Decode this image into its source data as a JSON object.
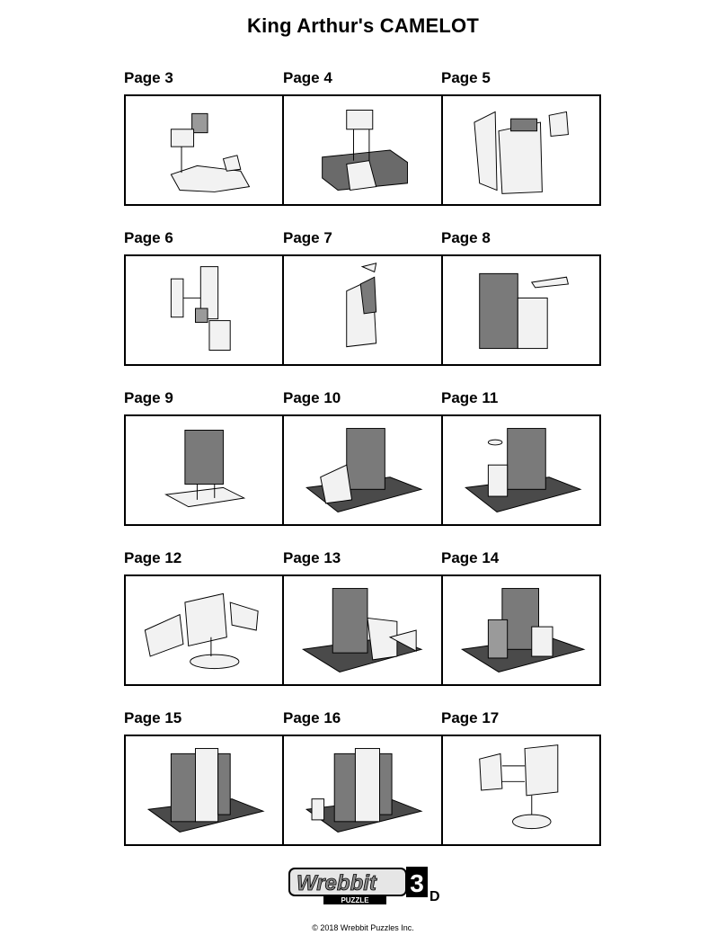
{
  "title": "King Arthur's CAMELOT",
  "pages": [
    "Page 3",
    "Page 4",
    "Page 5",
    "Page 6",
    "Page 7",
    "Page 8",
    "Page 9",
    "Page 10",
    "Page 11",
    "Page 12",
    "Page 13",
    "Page 14",
    "Page 15",
    "Page 16",
    "Page 17"
  ],
  "logo": {
    "word": "Wrebbit",
    "sub": "PUZZLE",
    "three": "3",
    "d": "D"
  },
  "copyright": "© 2018 Wrebbit Puzzles Inc.",
  "colors": {
    "ink": "#000000",
    "piece_light": "#f2f2f2",
    "piece_dark": "#7a7a7a",
    "base": "#4a4a4a"
  }
}
